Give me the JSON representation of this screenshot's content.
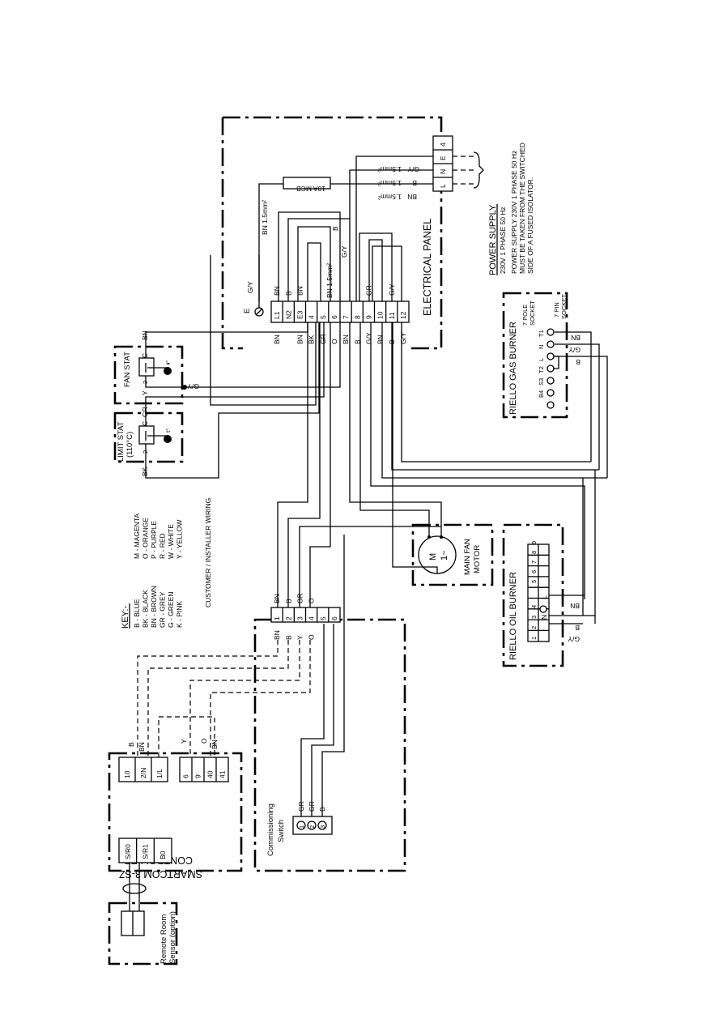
{
  "electrical_panel": {
    "title": "ELECTRICAL PANEL",
    "terminals": [
      "L1",
      "N2",
      "E3",
      "4",
      "5",
      "6",
      "7",
      "8",
      "9",
      "10",
      "11",
      "12"
    ],
    "top_colors": [
      "BN",
      "B",
      "BN",
      "",
      "",
      "",
      "",
      "",
      "GR",
      "",
      "G/Y"
    ],
    "bottom_colors": [
      "BN",
      "",
      "BN",
      "BK",
      "GR",
      "O",
      "BN",
      "B",
      "G/Y",
      "BN",
      "B",
      "G/Y"
    ],
    "supply_terminals": [
      "L",
      "N",
      "E",
      "4"
    ],
    "supply_colors": [
      "BN",
      "B",
      "G/Y"
    ],
    "supply_sizes": [
      "1.5mm²",
      "1.5mm²",
      "1.5mm²"
    ],
    "mcb": "10A MCB",
    "cable_bn": "BN 1.5mm²",
    "cable_bn2": "BN 1.5mm²",
    "earth": "E",
    "earth_color": "G/Y",
    "b_label": "B",
    "gy_label": "G/Y"
  },
  "power_supply": {
    "title": "POWER SUPPLY",
    "line1": "230V 1 PHASE 50 Hz",
    "note1": "POWER SUPPLY 230V 1 PHASE 50 Hz",
    "note2": "MUST BE TAKEN FROM THE SWITCHED",
    "note3": "SIDE OF A FUSED ISOLATOR."
  },
  "fan_stat": {
    "title": "FAN STAT",
    "c": "C",
    "bn": "BN",
    "y": "Y",
    "two": "2",
    "gy": "G/Y",
    "t": "t°"
  },
  "limit_stat": {
    "title": "LIMIT STAT",
    "sub": "(110°C)",
    "c": "C",
    "gr": "GR",
    "bk": "BK",
    "two": "2",
    "t": "t°"
  },
  "key": {
    "title": "KEY:-",
    "col1": [
      "B - BLUE",
      "BK - BLACK",
      "BN - BROWN",
      "GR - GREY",
      "G - GREEN",
      "K - PINK"
    ],
    "col2": [
      "M - MAGENTA",
      "O - ORANGE",
      "P - PURPLE",
      "R - RED",
      "W - WHITE",
      "Y - YELLOW"
    ],
    "customer": "CUSTOMER / INSTALLER WIRING"
  },
  "main_fan": {
    "title1": "MAIN FAN",
    "title2": "MOTOR",
    "m": "M",
    "sym": "1~"
  },
  "gas_burner": {
    "title": "RIELLO GAS BURNER",
    "pole": "7 POLE",
    "socket": "SOCKET",
    "pin": "7 PIN",
    "pin_socket": "SOCKET",
    "pins": [
      "T1",
      "N",
      "L",
      "T2",
      "S3",
      "B4"
    ],
    "bn": "BN",
    "gy": "G/Y",
    "b": "B"
  },
  "oil_burner": {
    "title": "RIELLO OIL BURNER",
    "top_row": [
      "5",
      "6",
      "7",
      "8",
      "9"
    ],
    "mid_row": [
      "1",
      "2",
      "3",
      "4",
      "5",
      "6",
      "7",
      "8",
      "9"
    ],
    "n": "N",
    "l": "L",
    "bn": "BN",
    "b": "B",
    "gy": "G/Y"
  },
  "junction": {
    "terminals": [
      "1",
      "2",
      "3",
      "4",
      "5",
      "6"
    ],
    "top_colors": [
      "BN",
      "B",
      "GR",
      "O"
    ],
    "bottom_colors": [
      "BN",
      "B",
      "Y",
      "O"
    ]
  },
  "controller": {
    "title1": "SMARTCOM 3-SZ",
    "title2": "CONTROLLER",
    "terminals_a": [
      "10",
      "2/N",
      "1/L"
    ],
    "terminals_b": [
      "6",
      "9",
      "40",
      "41"
    ],
    "terminals_c": [
      "S/R0",
      "S/R1",
      "B0"
    ],
    "labels_a": [
      "B",
      "BN"
    ],
    "labels_b": [
      "Y",
      "O",
      "BN"
    ]
  },
  "commissioning": {
    "title1": "Commissioning",
    "title2": "Switch",
    "colors": [
      "GR",
      "GR",
      "B"
    ],
    "pins": [
      "1",
      "2",
      "3"
    ]
  },
  "remote": {
    "title1": "Remote Room",
    "title2": "Sensor (option)"
  }
}
